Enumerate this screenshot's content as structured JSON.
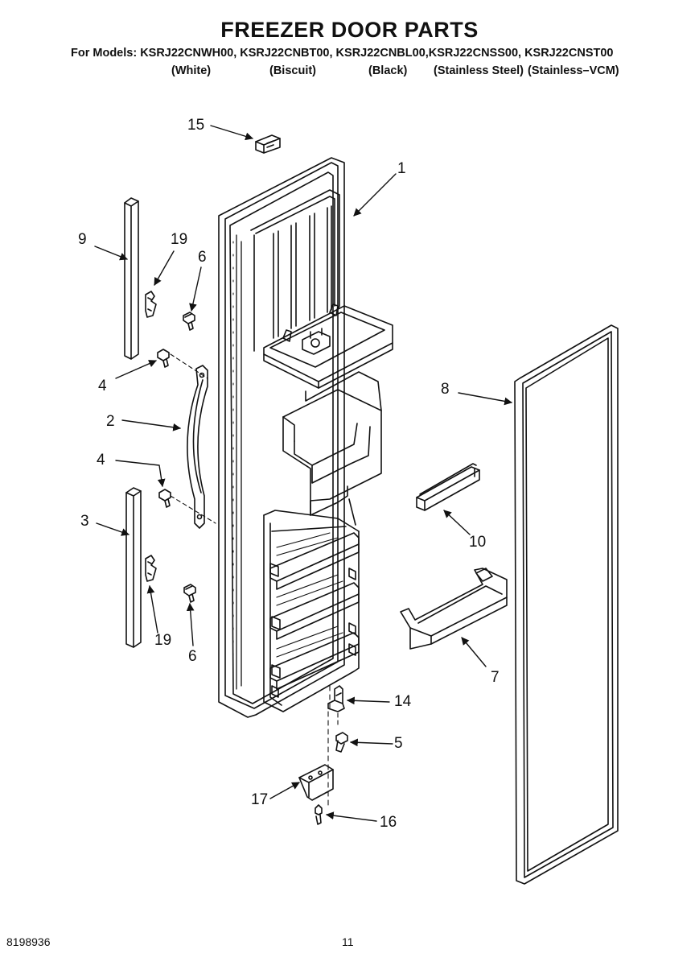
{
  "header": {
    "title": "FREEZER DOOR PARTS",
    "models_line": "For Models: KSRJ22CNWH00, KSRJ22CNBT00, KSRJ22CNBL00,KSRJ22CNSS00, KSRJ22CNST00",
    "colors": [
      "(White)",
      "(Biscuit)",
      "(Black)",
      "(Stainless Steel)",
      "(Stainless–VCM)"
    ]
  },
  "callouts": [
    "15",
    "1",
    "9",
    "19",
    "6",
    "4",
    "2",
    "4",
    "3",
    "19",
    "6",
    "8",
    "10",
    "7",
    "14",
    "5",
    "17",
    "16"
  ],
  "footer": {
    "doc_number": "8198936",
    "page_number": "11"
  }
}
